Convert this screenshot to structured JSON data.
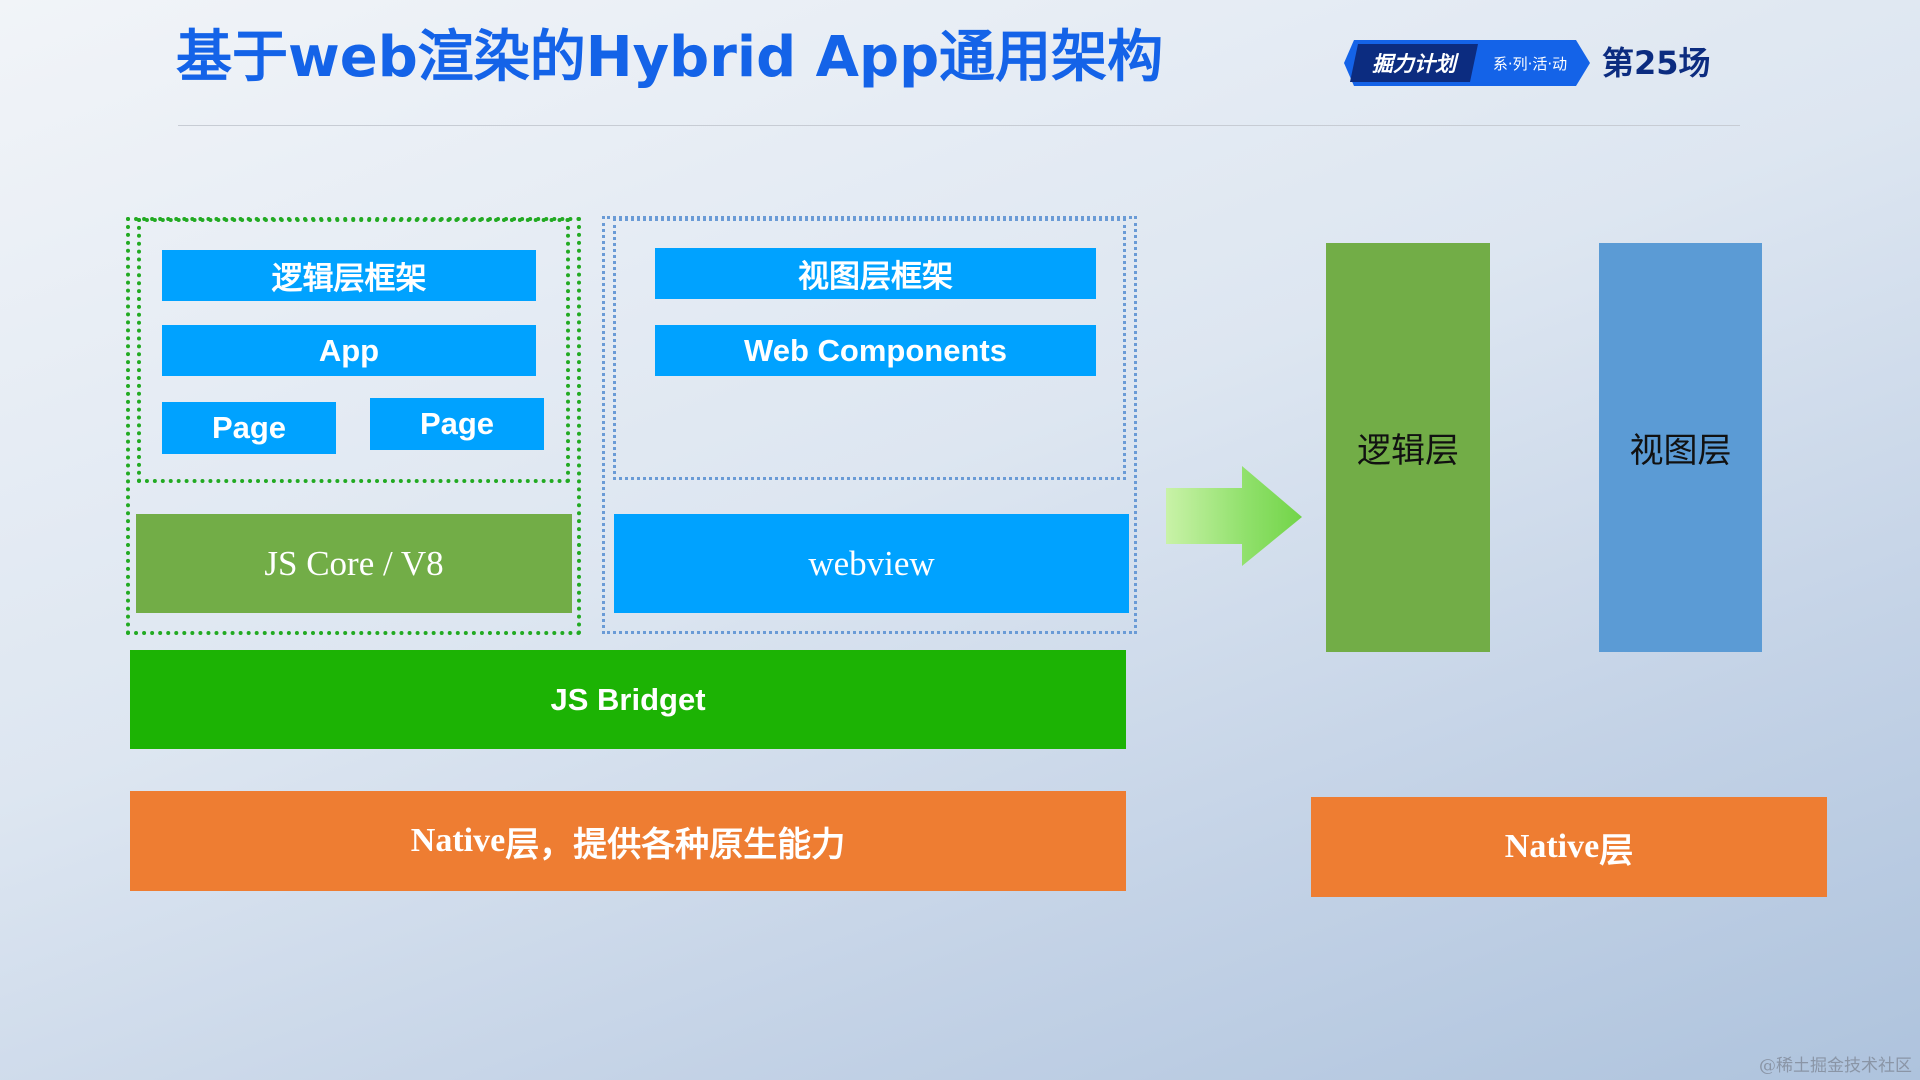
{
  "header": {
    "title": "基于web渲染的Hybrid App通用架构",
    "badge_main": "掘力计划",
    "badge_sub": "系·列·活·动",
    "session": "第25场"
  },
  "diagram": {
    "logic_group": {
      "framework": "逻辑层框架",
      "app": "App",
      "page_1": "Page",
      "page_2": "Page",
      "engine": "JS Core / V8"
    },
    "view_group": {
      "framework": "视图层框架",
      "components": "Web Components",
      "engine": "webview"
    },
    "bridge": "JS Bridget",
    "native": {
      "prefix": "Native",
      "suffix": "层，提供各种原生能力"
    },
    "arrow": "arrow-right-icon",
    "right": {
      "logic_layer": "逻辑层",
      "view_layer": "视图层",
      "native_prefix": "Native",
      "native_suffix": "层"
    }
  },
  "colors": {
    "title_blue": "#1463e8",
    "light_blue_box": "#00a2ff",
    "logic_green": "#72ad47",
    "bridge_green": "#1cb304",
    "native_orange": "#ee7d32",
    "view_blue": "#5b9bd5"
  },
  "watermark": "@稀土掘金技术社区"
}
